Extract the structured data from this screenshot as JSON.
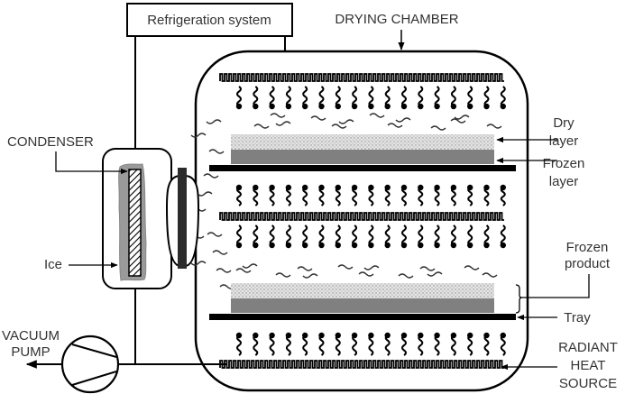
{
  "diagram": {
    "title": "Freeze-drying system schematic",
    "colors": {
      "line": "#000000",
      "dry_layer": "#d6d6d6",
      "frozen_layer": "#808080",
      "ice": "#9a9a9a",
      "baffle": "#2b2b2b",
      "text": "#333333"
    },
    "labels": {
      "refrigeration": "Refrigeration system",
      "drying_chamber": "DRYING CHAMBER",
      "condenser": "CONDENSER",
      "ice": "Ice",
      "vacuum_pump_line1": "VACUUM",
      "vacuum_pump_line2": "PUMP",
      "dry_layer_line1": "Dry",
      "dry_layer_line2": "layer",
      "frozen_layer_line1": "Frozen",
      "frozen_layer_line2": "layer",
      "frozen_product_line1": "Frozen",
      "frozen_product_line2": "product",
      "tray": "Tray",
      "radiant_line1": "RADIANT",
      "radiant_line2": "HEAT",
      "radiant_line3": "SOURCE"
    },
    "components": [
      "refrigeration-system",
      "drying-chamber",
      "condenser",
      "vacuum-pump",
      "heating-plate-top",
      "heating-plate-middle",
      "heating-plate-bottom",
      "tray-upper",
      "tray-lower",
      "product-upper",
      "product-lower"
    ]
  }
}
